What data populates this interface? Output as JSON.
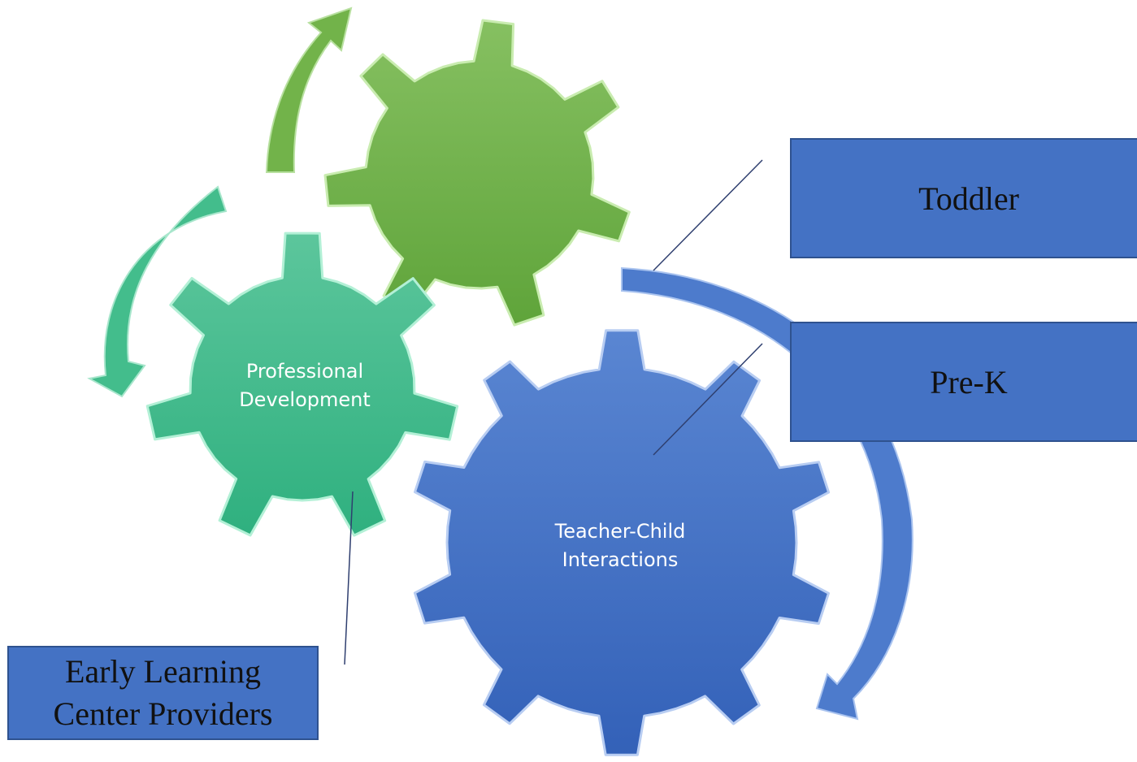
{
  "gears": {
    "top": {
      "label_line1": "",
      "label_line2": "",
      "color": "#70ad47"
    },
    "middle": {
      "label_line1": "Professional",
      "label_line2": "Development",
      "color": "#3dbb8a"
    },
    "bottom": {
      "label_line1": "Teacher-Child",
      "label_line2": "Interactions",
      "color": "#4472c4"
    }
  },
  "callouts": {
    "toddler": "Toddler",
    "prek": "Pre-K",
    "providers_line1": "Early Learning",
    "providers_line2": "Center Providers"
  },
  "colors": {
    "green": "#70ad47",
    "teal": "#3dbb8a",
    "blue": "#4472c4",
    "callout_line": "#2f3f6f"
  }
}
